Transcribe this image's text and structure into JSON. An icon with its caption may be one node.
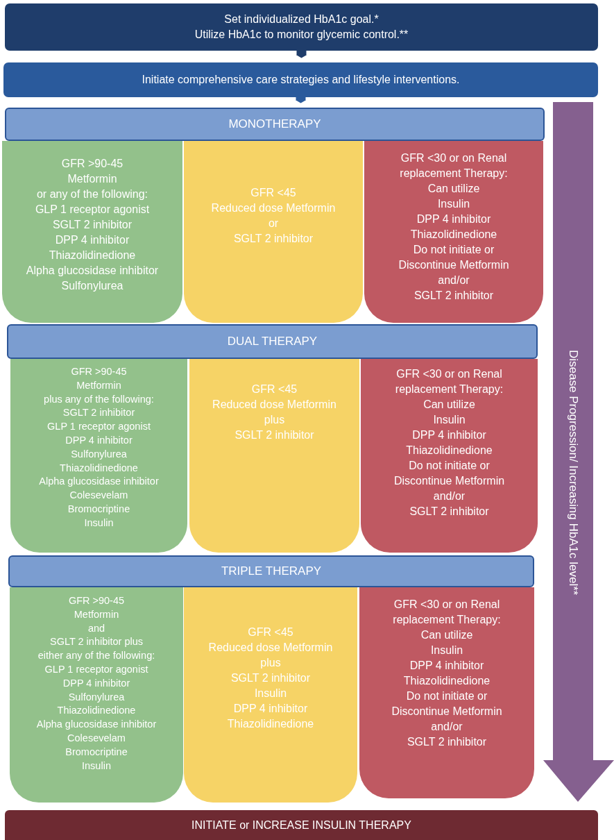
{
  "diagram": {
    "nodes": [
      {
        "text": [
          "Set individualized HbA1c goal.*",
          "Utilize HbA1c to monitor glycemic control.**"
        ]
      },
      {
        "text": [
          "Initiate comprehensive care strategies and lifestyle interventions."
        ]
      },
      {
        "text": [
          "MONOTHERAPY"
        ]
      },
      {
        "text": [
          "GFR >90-45",
          "Metformin",
          "or any of the following:",
          "GLP 1 receptor agonist",
          "SGLT 2 inhibitor",
          "DPP 4 inhibitor",
          "Thiazolidinedione",
          "Alpha glucosidase inhibitor",
          "Sulfonylurea"
        ]
      },
      {
        "text": [
          "GFR <45",
          "Reduced dose Metformin",
          "or",
          "SGLT 2 inhibitor"
        ]
      },
      {
        "text": [
          "GFR <30 or on Renal replacement Therapy:",
          "Can utilize",
          "Insulin",
          "DPP 4 inhibitor",
          "Thiazolidinedione",
          "Do not initiate or",
          "Discontinue Metformin",
          "and/or",
          "SGLT 2 inhibitor"
        ]
      },
      {
        "text": [
          "DUAL THERAPY"
        ]
      },
      {
        "text": [
          "GFR >90-45",
          "Metformin",
          "plus any of the following:",
          "SGLT 2 inhibitor",
          "GLP 1 receptor agonist",
          "DPP 4 inhibitor",
          "Sulfonylurea",
          "Thiazolidinedione",
          "Alpha glucosidase inhibitor",
          "Colesevelam",
          "Bromocriptine",
          "Insulin"
        ]
      },
      {
        "text": [
          "GFR <45",
          "Reduced dose Metformin",
          "plus",
          "SGLT 2 inhibitor"
        ]
      },
      {
        "text": [
          "GFR <30 or on Renal replacement Therapy:",
          "Can utilize",
          "Insulin",
          "DPP 4 inhibitor",
          "Thiazolidinedione",
          "Do not initiate or",
          "Discontinue Metformin",
          "and/or",
          "SGLT 2 inhibitor"
        ]
      },
      {
        "text": [
          "TRIPLE THERAPY"
        ]
      },
      {
        "text": [
          "GFR >90-45",
          "Metformin",
          "and",
          "SGLT 2 inhibitor plus",
          "either any of the following:",
          "GLP 1 receptor agonist",
          "DPP 4 inhibitor",
          "Sulfonylurea",
          "Thiazolidinedione",
          "Alpha glucosidase inhibitor",
          "Colesevelam",
          "Bromocriptine",
          "Insulin"
        ]
      },
      {
        "text": [
          "GFR <45",
          "Reduced dose Metformin",
          "plus",
          "SGLT 2 inhibitor",
          "Insulin",
          "DPP 4 inhibitor",
          "Thiazolidinedione"
        ]
      },
      {
        "text": [
          "GFR <30 or on Renal replacement Therapy:",
          "Can utilize",
          "Insulin",
          "DPP 4 inhibitor",
          "Thiazolidinedione",
          "Do not initiate or",
          "Discontinue Metformin",
          "and/or",
          "SGLT 2 inhibitor"
        ]
      },
      {
        "text": [
          "INITIATE or INCREASE INSULIN THERAPY"
        ]
      },
      {
        "text": [
          "Disease Progression/ Increasing HbA1c level**"
        ]
      }
    ],
    "edges": [
      {
        "from": 0,
        "to": 1,
        "arrow": "to"
      },
      {
        "from": 1,
        "to": 2,
        "arrow": "to"
      }
    ]
  }
}
